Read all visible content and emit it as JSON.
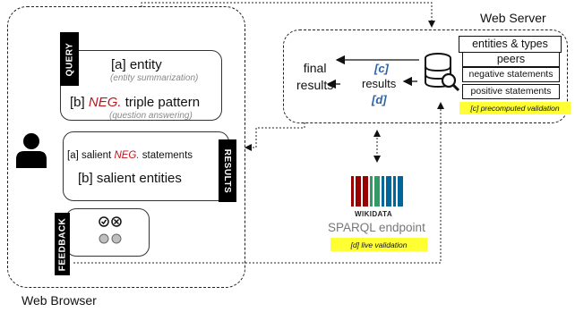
{
  "browser": {
    "label": "Web Browser",
    "query": {
      "tab": "QUERY",
      "item_a_prefix": "[a] entity",
      "item_a_sub": "(entity summarization)",
      "item_b_prefix": "[b]",
      "item_b_neg": "NEG.",
      "item_b_suffix": "triple pattern",
      "item_b_sub": "(question answering)"
    },
    "results": {
      "tab": "RESULTS",
      "item_a_prefix": "[a] salient",
      "item_a_neg": "NEG.",
      "item_a_suffix": "statements",
      "item_b": "[b] salient entities"
    },
    "feedback": {
      "tab": "FEEDBACK"
    }
  },
  "server": {
    "label": "Web Server",
    "final_results": [
      "final",
      "results"
    ],
    "results_label": "results",
    "label_c": "[c]",
    "label_d": "[d]",
    "stores": [
      "entities & types",
      "peers",
      "negative statements",
      "positive statements"
    ],
    "precomputed": "[c] precomputed validation"
  },
  "wikidata": {
    "logo_text": "WIKIDATA",
    "endpoint": "SPARQL endpoint",
    "live": "[d] live validation"
  },
  "colors": {
    "neg": "#c0141c",
    "blue_label": "#2e64a8",
    "highlight": "#ffff33"
  }
}
